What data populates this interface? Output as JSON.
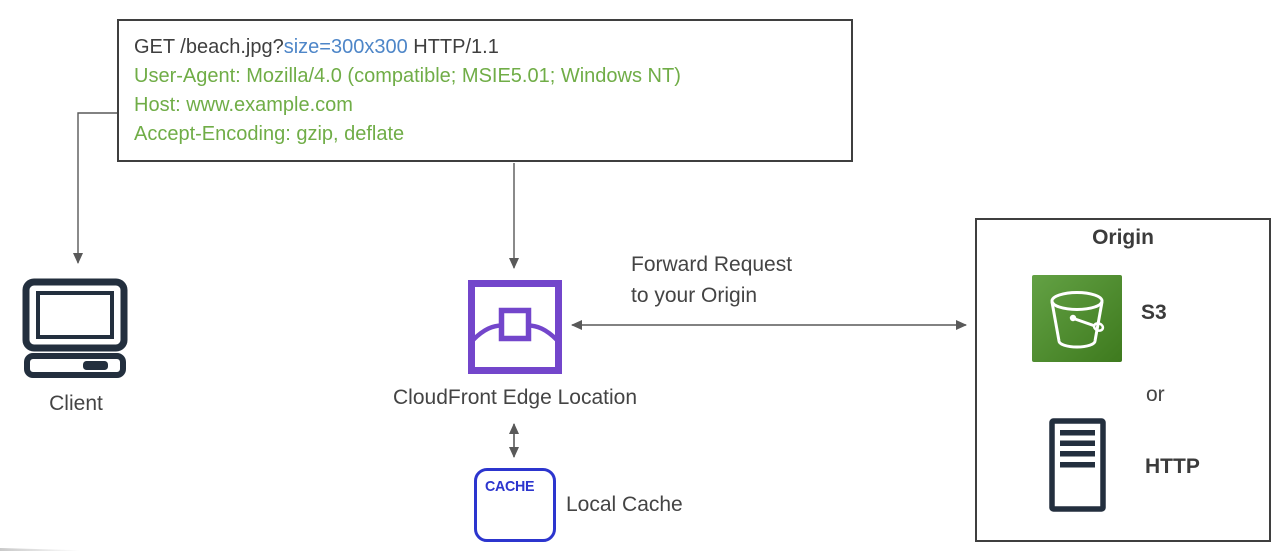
{
  "request": {
    "line1": {
      "prefix": "GET /beach.jpg?",
      "query": "size=300x300",
      "suffix": " HTTP/1.1"
    },
    "headers": [
      "User-Agent: Mozilla/4.0 (compatible; MSIE5.01; Windows NT)",
      "Host: www.example.com",
      "Accept-Encoding: gzip, deflate"
    ]
  },
  "labels": {
    "client": "Client",
    "cloudfront": "CloudFront Edge Location",
    "cache_badge": "CACHE",
    "local_cache": "Local Cache",
    "forward_request_line1": "Forward Request",
    "forward_request_line2": "to your Origin",
    "origin_title": "Origin",
    "s3": "S3",
    "or": "or",
    "http": "HTTP"
  },
  "icons": {
    "client": "client-computer-icon",
    "cloudfront": "cloudfront-edge-location-icon",
    "cache": "cache-box",
    "s3": "s3-bucket-icon",
    "http_server": "http-server-icon"
  },
  "colors": {
    "request_text": "#3f3f3f",
    "query_highlight_blue": "#4e86c8",
    "header_green": "#70ad47",
    "edge_purple": "#7346cb",
    "cache_blue": "#2c35ce",
    "icon_navy": "#232f3e",
    "arrow_gray": "#595959",
    "s3_green_light": "#63a144",
    "s3_green_dark": "#3e7a1e"
  }
}
